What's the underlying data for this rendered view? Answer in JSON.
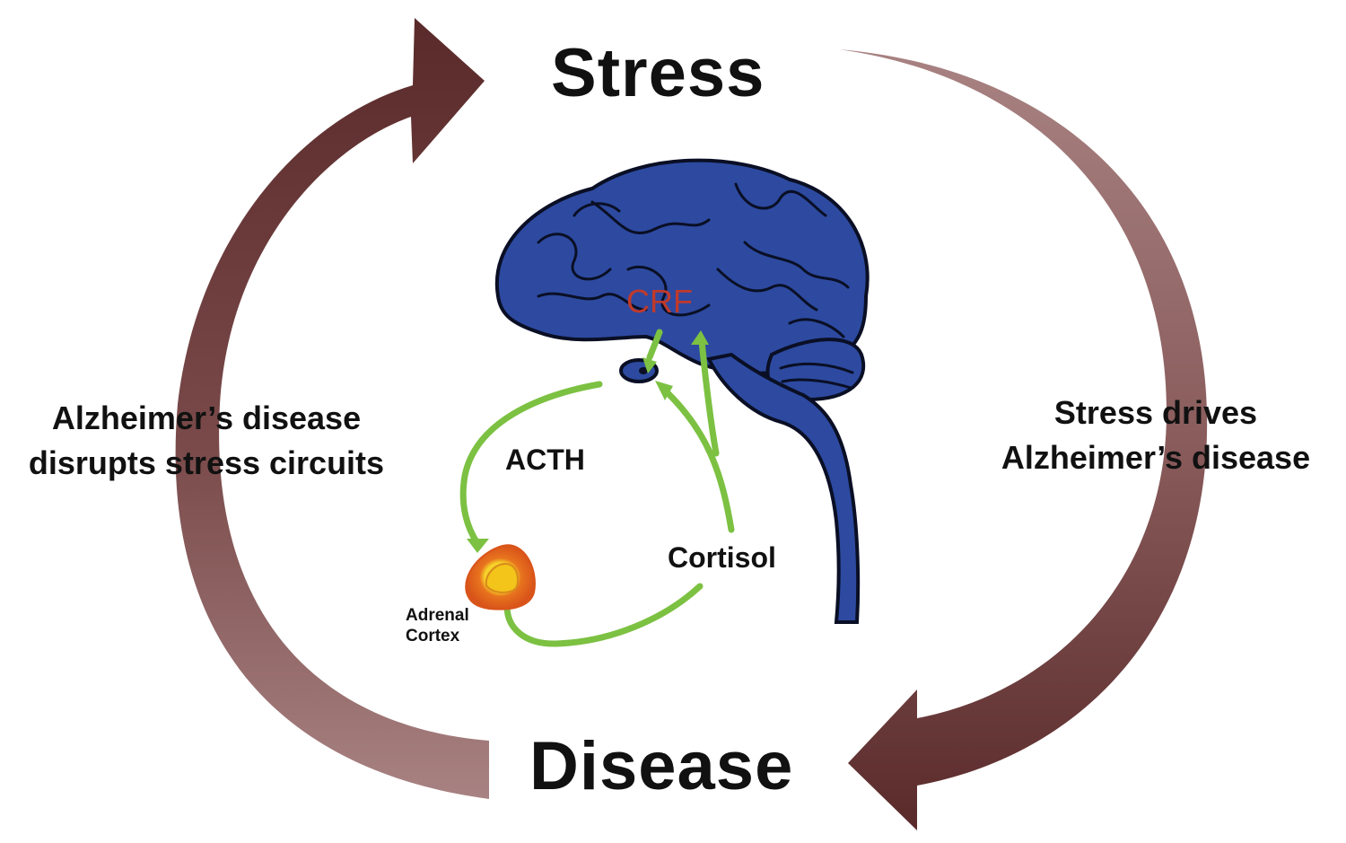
{
  "cycle": {
    "top_label": "Stress",
    "bottom_label": "Disease",
    "left_label_line1": "Alzheimer’s disease",
    "left_label_line2": "disrupts stress circuits",
    "right_label_line1": "Stress drives",
    "right_label_line2": "Alzheimer’s disease"
  },
  "hpa_axis": {
    "crf_label": "CRF",
    "acth_label": "ACTH",
    "cortisol_label": "Cortisol",
    "adrenal_line1": "Adrenal",
    "adrenal_line2": "Cortex"
  },
  "colors": {
    "arrow_dark": "#5a2a2a",
    "arrow_light": "#a88282",
    "brain_fill": "#2d4aa0",
    "pathway_green": "#7cc142",
    "crf_red": "#c0392b",
    "adrenal_outer": "#e8741e",
    "adrenal_inner": "#f6d32a"
  }
}
